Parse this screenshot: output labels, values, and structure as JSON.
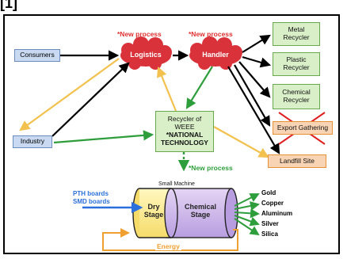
{
  "header_fragment": "[1]",
  "nodes": {
    "consumers": "Consumers",
    "industry": "Industry",
    "logistics": "Logistics",
    "handler": "Handler",
    "metal_recycler": "Metal Recycler",
    "plastic_recycler": "Plastic Recycler",
    "chemical_recycler": "Chemical Recycler",
    "export_gathering": "Export Gathering",
    "landfill_site": "Landfill Site",
    "weee_recycler_line1": "Recycler of",
    "weee_recycler_line2": "WEEE",
    "weee_recycler_line3": "*NATIONAL",
    "weee_recycler_line4": "TECHNOLOGY"
  },
  "annotations": {
    "new_process_logistics": "*New process",
    "new_process_handler": "*New process",
    "new_process_machine": "*New process",
    "small_machine": "Small Machine",
    "energy": "Energy"
  },
  "inputs": [
    "PTH boards",
    "SMD boards"
  ],
  "stages": {
    "dry_line1": "Dry",
    "dry_line2": "Stage",
    "chemical_line1": "Chemical",
    "chemical_line2": "Stage"
  },
  "outputs": [
    "Gold",
    "Copper",
    "Aluminum",
    "Silver",
    "Silica"
  ],
  "colors": {
    "cloud": "#d9323a",
    "green_arrow": "#2e9e3c",
    "yellow_arrow": "#f2c14e",
    "blue_arrow": "#2a6fdb",
    "red_cross": "#e02020"
  }
}
